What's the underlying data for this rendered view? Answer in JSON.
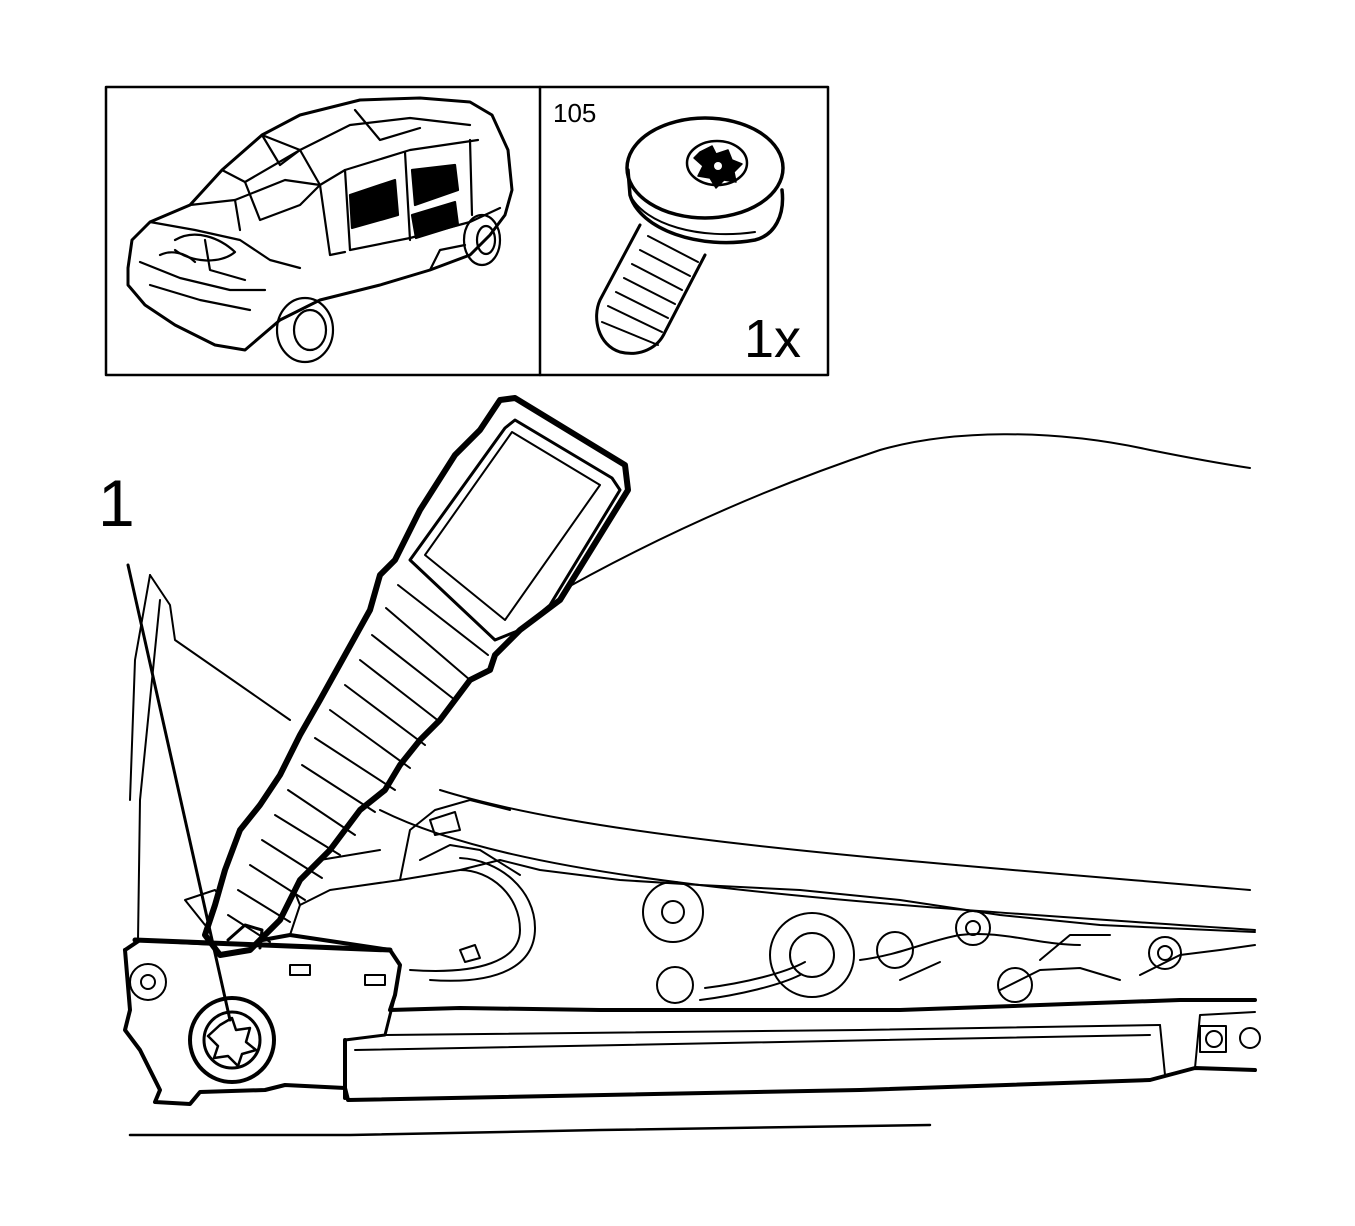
{
  "panel": {
    "part_number": "105",
    "quantity": "1x"
  },
  "callouts": [
    {
      "label": "1"
    }
  ],
  "icons": {
    "vehicle": "car-outline-icon",
    "fastener": "torx-bolt-icon",
    "component": "seat-belt-buckle-icon",
    "bolt_location": "torx-bolt-head-icon"
  }
}
